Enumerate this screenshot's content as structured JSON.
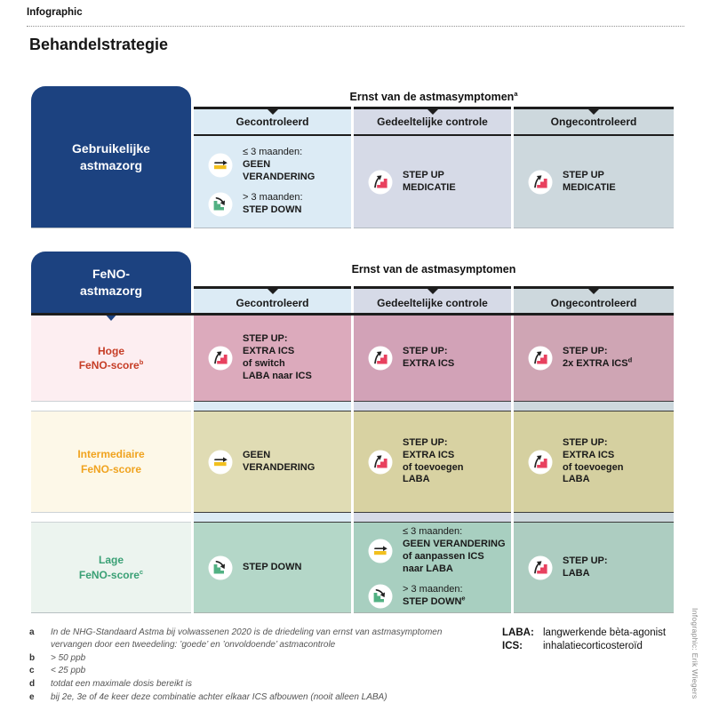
{
  "page": {
    "tag": "Infographic",
    "title": "Behandelstrategie",
    "credit": "Infographic: Erik Wiegers"
  },
  "colors": {
    "navy": "#1c4280",
    "step_up": "#e8415f",
    "step_down": "#52b183",
    "no_change": "#f2c01e",
    "column_bgs": [
      "#dcebf5",
      "#d6dae7",
      "#cdd8dd"
    ]
  },
  "table1": {
    "label_lines": [
      "Gebruikelijke",
      "astmazorg"
    ],
    "heading": {
      "text": "Ernst van de astmasymptomen",
      "sup": "a"
    },
    "columns": [
      "Gecontroleerd",
      "Gedeeltelijke controle",
      "Ongecontroleerd"
    ],
    "cells": [
      [
        {
          "icon": "no-change",
          "lines": [
            {
              "t": "≤ 3 maanden:",
              "b": false
            },
            {
              "t": "GEEN",
              "b": true
            },
            {
              "t": "VERANDERING",
              "b": true
            }
          ]
        },
        {
          "icon": "step-down",
          "lines": [
            {
              "t": "> 3 maanden:",
              "b": false
            },
            {
              "t": "STEP DOWN",
              "b": true
            }
          ]
        }
      ],
      [
        {
          "icon": "step-up",
          "lines": [
            {
              "t": "STEP UP",
              "b": true
            },
            {
              "t": "MEDICATIE",
              "b": true
            }
          ]
        }
      ],
      [
        {
          "icon": "step-up",
          "lines": [
            {
              "t": "STEP UP",
              "b": true
            },
            {
              "t": "MEDICATIE",
              "b": true
            }
          ]
        }
      ]
    ]
  },
  "table2": {
    "label_lines": [
      "FeNO-",
      "astmazorg"
    ],
    "heading": {
      "text": "Ernst van de astmasymptomen",
      "sup": ""
    },
    "columns": [
      "Gecontroleerd",
      "Gedeeltelijke controle",
      "Ongecontroleerd"
    ],
    "rows": [
      {
        "label_lines": [
          "Hoge",
          "FeNO-score"
        ],
        "label_sup": "b",
        "label_color": "#c63d26",
        "label_bg": "#fdeef1",
        "cell_bgs": [
          "#dcaabc",
          "#d2a2b7",
          "#cfa5b4"
        ],
        "cells": [
          [
            {
              "icon": "step-up",
              "lines": [
                {
                  "t": "STEP UP:",
                  "b": true
                },
                {
                  "t": "EXTRA ICS",
                  "b": true
                },
                {
                  "t": "of switch",
                  "b": true
                },
                {
                  "t": "LABA naar ICS",
                  "b": true
                }
              ]
            }
          ],
          [
            {
              "icon": "step-up",
              "lines": [
                {
                  "t": "STEP UP:",
                  "b": true
                },
                {
                  "t": "EXTRA ICS",
                  "b": true
                }
              ]
            }
          ],
          [
            {
              "icon": "step-up",
              "lines": [
                {
                  "t": "STEP UP:",
                  "b": true
                },
                {
                  "t": "2x EXTRA ICS",
                  "b": true,
                  "sup": "d"
                }
              ]
            }
          ]
        ]
      },
      {
        "label_lines": [
          "Intermediaire",
          "FeNO-score"
        ],
        "label_sup": "",
        "label_color": "#f0a31f",
        "label_bg": "#fdf8e8",
        "cell_bgs": [
          "#e0dcb4",
          "#d8d2a2",
          "#d5d0a0"
        ],
        "cells": [
          [
            {
              "icon": "no-change",
              "lines": [
                {
                  "t": "GEEN",
                  "b": true
                },
                {
                  "t": "VERANDERING",
                  "b": true
                }
              ]
            }
          ],
          [
            {
              "icon": "step-up",
              "lines": [
                {
                  "t": "STEP UP:",
                  "b": true
                },
                {
                  "t": "EXTRA ICS",
                  "b": true
                },
                {
                  "t": "of toevoegen",
                  "b": true
                },
                {
                  "t": "LABA",
                  "b": true
                }
              ]
            }
          ],
          [
            {
              "icon": "step-up",
              "lines": [
                {
                  "t": "STEP UP:",
                  "b": true
                },
                {
                  "t": "EXTRA ICS",
                  "b": true
                },
                {
                  "t": "of toevoegen",
                  "b": true
                },
                {
                  "t": "LABA",
                  "b": true
                }
              ]
            }
          ]
        ]
      },
      {
        "label_lines": [
          "Lage",
          "FeNO-score"
        ],
        "label_sup": "c",
        "label_color": "#3aa075",
        "label_bg": "#ecf4ef",
        "cell_bgs": [
          "#b4d7c8",
          "#a8cfc0",
          "#adcdc1"
        ],
        "cells": [
          [
            {
              "icon": "step-down",
              "lines": [
                {
                  "t": "STEP DOWN",
                  "b": true
                }
              ]
            }
          ],
          [
            {
              "icon": "no-change",
              "lines": [
                {
                  "t": "≤ 3 maanden:",
                  "b": false
                },
                {
                  "t": "GEEN VERANDERING",
                  "b": true
                },
                {
                  "t": "of aanpassen ICS",
                  "b": true
                },
                {
                  "t": "naar LABA",
                  "b": true
                }
              ]
            },
            {
              "icon": "step-down",
              "lines": [
                {
                  "t": "> 3 maanden:",
                  "b": false
                },
                {
                  "t": "STEP DOWN",
                  "b": true,
                  "sup": "e"
                }
              ]
            }
          ],
          [
            {
              "icon": "step-up",
              "lines": [
                {
                  "t": "STEP UP:",
                  "b": true
                },
                {
                  "t": "LABA",
                  "b": true
                }
              ]
            }
          ]
        ]
      }
    ]
  },
  "footnotes": [
    {
      "letter": "a",
      "text": "In de NHG-Standaard Astma bij volwassenen 2020 is de driedeling van ernst van astmasymptomen vervangen door een tweedeling: ’goede’ en ’onvoldoende’ astmacontrole"
    },
    {
      "letter": "b",
      "text": "> 50 ppb"
    },
    {
      "letter": "c",
      "text": "< 25 ppb"
    },
    {
      "letter": "d",
      "text": "totdat een maximale dosis bereikt is"
    },
    {
      "letter": "e",
      "text": "bij 2e, 3e of 4e keer deze combinatie achter elkaar ICS afbouwen (nooit alleen LABA)"
    }
  ],
  "legend": {
    "items": [
      {
        "term": "LABA:",
        "def": "langwerkende bèta-agonist"
      },
      {
        "term": "ICS:",
        "def": "inhalatiecorticosteroïd"
      }
    ]
  }
}
